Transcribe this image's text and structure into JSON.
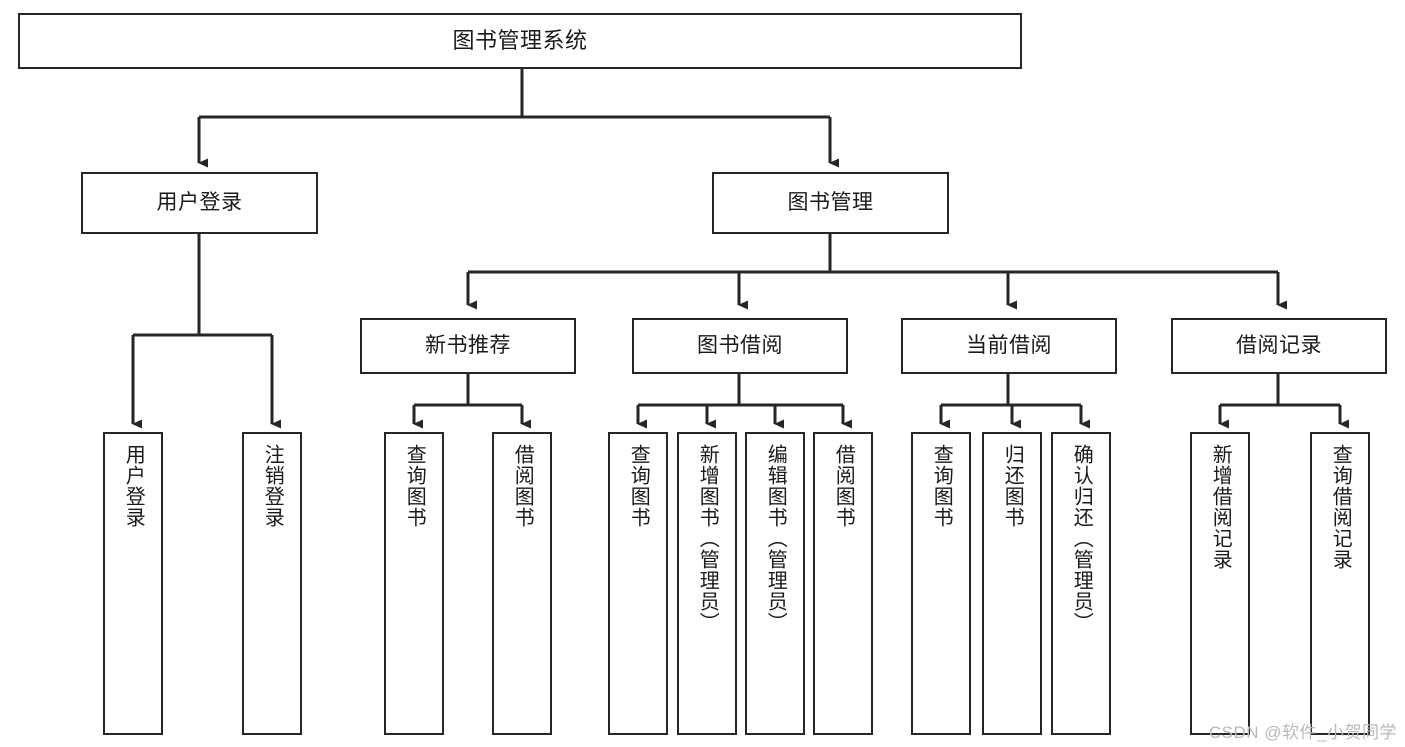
{
  "diagram": {
    "type": "tree-hierarchy-chart",
    "title": "图书管理系统",
    "orientation": "top-down",
    "line_color": "#262626",
    "box_fill": "#ffffff",
    "text_color": "#1a1a1a"
  },
  "root": {
    "label": "图书管理系统"
  },
  "level2": [
    {
      "label": "用户登录"
    },
    {
      "label": "图书管理"
    }
  ],
  "level3": [
    {
      "label": "新书推荐"
    },
    {
      "label": "图书借阅"
    },
    {
      "label": "当前借阅"
    },
    {
      "label": "借阅记录"
    }
  ],
  "leaves": {
    "user_login": [
      {
        "label": "用户登录"
      },
      {
        "label": "注销登录"
      }
    ],
    "new_book_recommend": [
      {
        "label": "查询图书"
      },
      {
        "label": "借阅图书"
      }
    ],
    "book_borrow": [
      {
        "label": "查询图书"
      },
      {
        "label": "新增图书（管理员）"
      },
      {
        "label": "编辑图书（管理员）"
      },
      {
        "label": "借阅图书"
      }
    ],
    "current_borrow": [
      {
        "label": "查询图书"
      },
      {
        "label": "归还图书"
      },
      {
        "label": "确认归还（管理员）"
      }
    ],
    "borrow_record": [
      {
        "label": "新增借阅记录"
      },
      {
        "label": "查询借阅记录"
      }
    ]
  },
  "watermark": {
    "text": "CSDN @软件_小贺同学"
  }
}
